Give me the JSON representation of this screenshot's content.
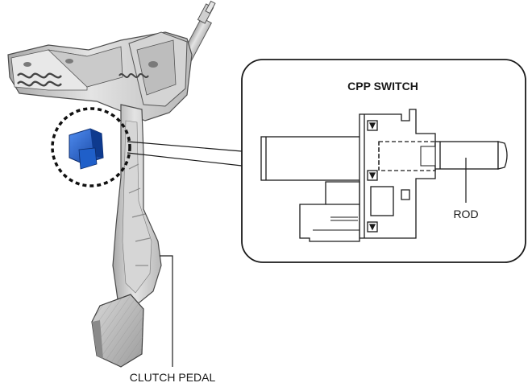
{
  "labels": {
    "callout_title": "CPP SWITCH",
    "rod": "ROD",
    "clutch_pedal": "CLUTCH PEDAL"
  },
  "colors": {
    "switch_highlight": "#1f5fc9",
    "metal_light": "#e2e2e2",
    "metal_mid": "#bdbdbd",
    "metal_dark": "#6f6f6f",
    "line": "#1a1a1a"
  }
}
